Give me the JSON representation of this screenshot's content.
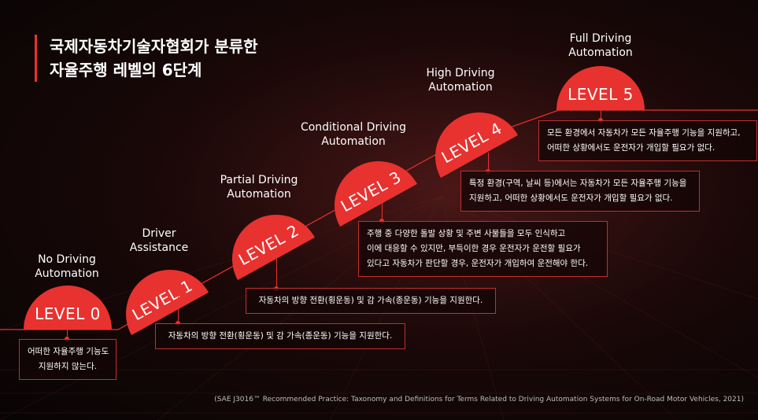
{
  "title": {
    "line1": "국제자동차기술자협회가 분류한",
    "line2": "자율주행 레벨의 6단계"
  },
  "levels": [
    {
      "badge": "LEVEL 0",
      "label": [
        "No Driving",
        "Automation"
      ],
      "desc": [
        "어떠한 자율주행 기능도",
        "지원하지 않는다."
      ]
    },
    {
      "badge": "LEVEL 1",
      "label": [
        "Driver",
        "Assistance"
      ],
      "desc": [
        "자동차의 방향 전환(횡운동) 및 감 가속(종운동) 기능을 지원한다."
      ]
    },
    {
      "badge": "LEVEL 2",
      "label": [
        "Partial Driving",
        "Automation"
      ],
      "desc": [
        "자동차의 방향 전환(횡운동) 및 감 가속(종운동) 기능을 지원한다."
      ]
    },
    {
      "badge": "LEVEL 3",
      "label": [
        "Conditional Driving",
        "Automation"
      ],
      "desc": [
        "주행 중 다양한 돌발 상황 및 주변 사물들을 모두 인식하고",
        "이에 대응할 수 있지만, 부득이한 경우 운전자가 운전할 필요가",
        "있다고 자동차가 판단할 경우, 운전자가 개입하여 운전해야 한다."
      ]
    },
    {
      "badge": "LEVEL 4",
      "label": [
        "High Driving",
        "Automation"
      ],
      "desc": [
        "특정 환경(구역, 날씨 등)에서는 자동차가 모든 자율주행 기능을",
        "지원하고, 어떠한 상황에서도 운전자가 개입할 필요가 없다."
      ]
    },
    {
      "badge": "LEVEL 5",
      "label": [
        "Full Driving",
        "Automation"
      ],
      "desc": [
        "모든 환경에서 자동차가 모든 자율주행 기능을 지원하고,",
        "어떠한 상황에서도 운전자가 개입할 필요가 없다."
      ]
    }
  ],
  "footnote": "(SAE J3016™ Recommended Practice: Taxonomy and Definitions for Terms Related to Driving Automation Systems for On-Road Motor Vehicles, 2021)",
  "colors": {
    "accent": "#e8322f",
    "background": "#0a0606"
  }
}
